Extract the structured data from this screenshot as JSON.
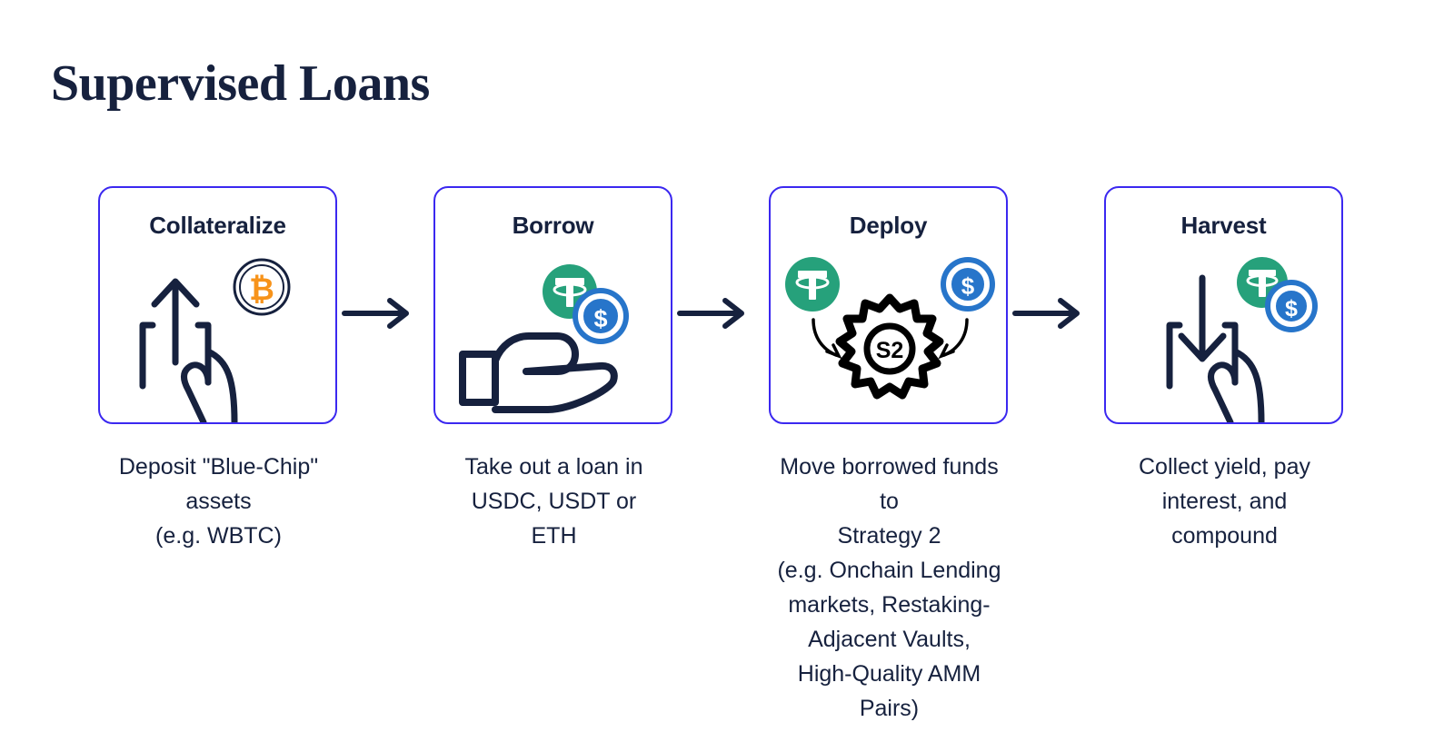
{
  "page": {
    "title": "Supervised Loans",
    "background_color": "#ffffff"
  },
  "colors": {
    "card_border": "#3B28F0",
    "ink": "#16213E",
    "usdt_green": "#26A17B",
    "usdc_blue": "#2775CA",
    "bitcoin_orange": "#F7931A",
    "gear_black": "#000000"
  },
  "steps": [
    {
      "title": "Collateralize",
      "icon": "swipe-up-gesture-icon",
      "coins": [
        "bitcoin-coin-icon"
      ],
      "caption": "Deposit \"Blue-Chip\"\nassets\n(e.g. WBTC)"
    },
    {
      "title": "Borrow",
      "icon": "open-hand-icon",
      "coins": [
        "usdt-coin-icon",
        "usdc-coin-icon"
      ],
      "caption": "Take out a loan in\nUSDC, USDT or\nETH"
    },
    {
      "title": "Deploy",
      "icon": "gear-icon",
      "gear_label": "S2",
      "coins": [
        "usdt-coin-icon",
        "usdc-coin-icon"
      ],
      "caption": "Move borrowed funds to\nStrategy 2\n(e.g. Onchain Lending\nmarkets, Restaking-\nAdjacent Vaults,\nHigh-Quality AMM Pairs)"
    },
    {
      "title": "Harvest",
      "icon": "swipe-down-gesture-icon",
      "coins": [
        "usdt-coin-icon",
        "usdc-coin-icon"
      ],
      "caption": "Collect yield, pay\ninterest, and\ncompound"
    }
  ],
  "connectors": [
    {
      "name": "arrow-right-icon"
    },
    {
      "name": "arrow-right-icon"
    },
    {
      "name": "arrow-right-icon"
    }
  ]
}
